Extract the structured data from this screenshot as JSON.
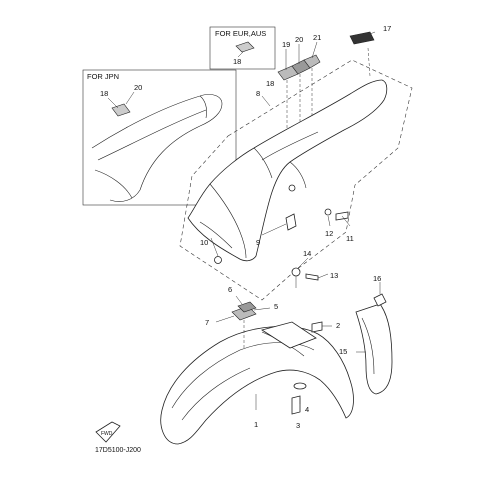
{
  "insets": {
    "eur_aus_label": "FOR EUR,AUS",
    "jpn_label": "FOR JPN"
  },
  "callouts": {
    "c1": "1",
    "c2": "2",
    "c3": "3",
    "c4": "4",
    "c5": "5",
    "c6": "6",
    "c7": "7",
    "c8": "8",
    "c9": "9",
    "c10": "10",
    "c11": "11",
    "c12": "12",
    "c13": "13",
    "c14": "14",
    "c15": "15",
    "c16": "16",
    "c17": "17",
    "c18a": "18",
    "c18b": "18",
    "c18c": "18",
    "c19": "19",
    "c20a": "20",
    "c20b": "20",
    "c21": "21"
  },
  "diagram_code": "17D5100-J200",
  "fwd_marker": "FWD"
}
